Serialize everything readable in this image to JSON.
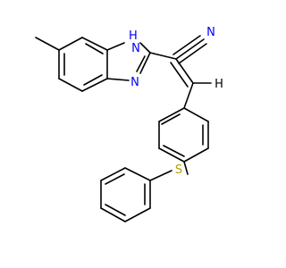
{
  "molecule": {
    "atoms": {
      "imine_n": {
        "text": "N",
        "color": "#0000ff"
      },
      "amine_n": {
        "text": "N",
        "color": "#0000ff"
      },
      "amine_h": {
        "text": "H",
        "color": "#0000ff"
      },
      "nitrile_n": {
        "text": "N",
        "color": "#0000ff"
      },
      "sulfur": {
        "text": "S",
        "color": "#b2a200"
      },
      "vinyl_h": {
        "text": "H",
        "color": "#000000"
      }
    }
  }
}
